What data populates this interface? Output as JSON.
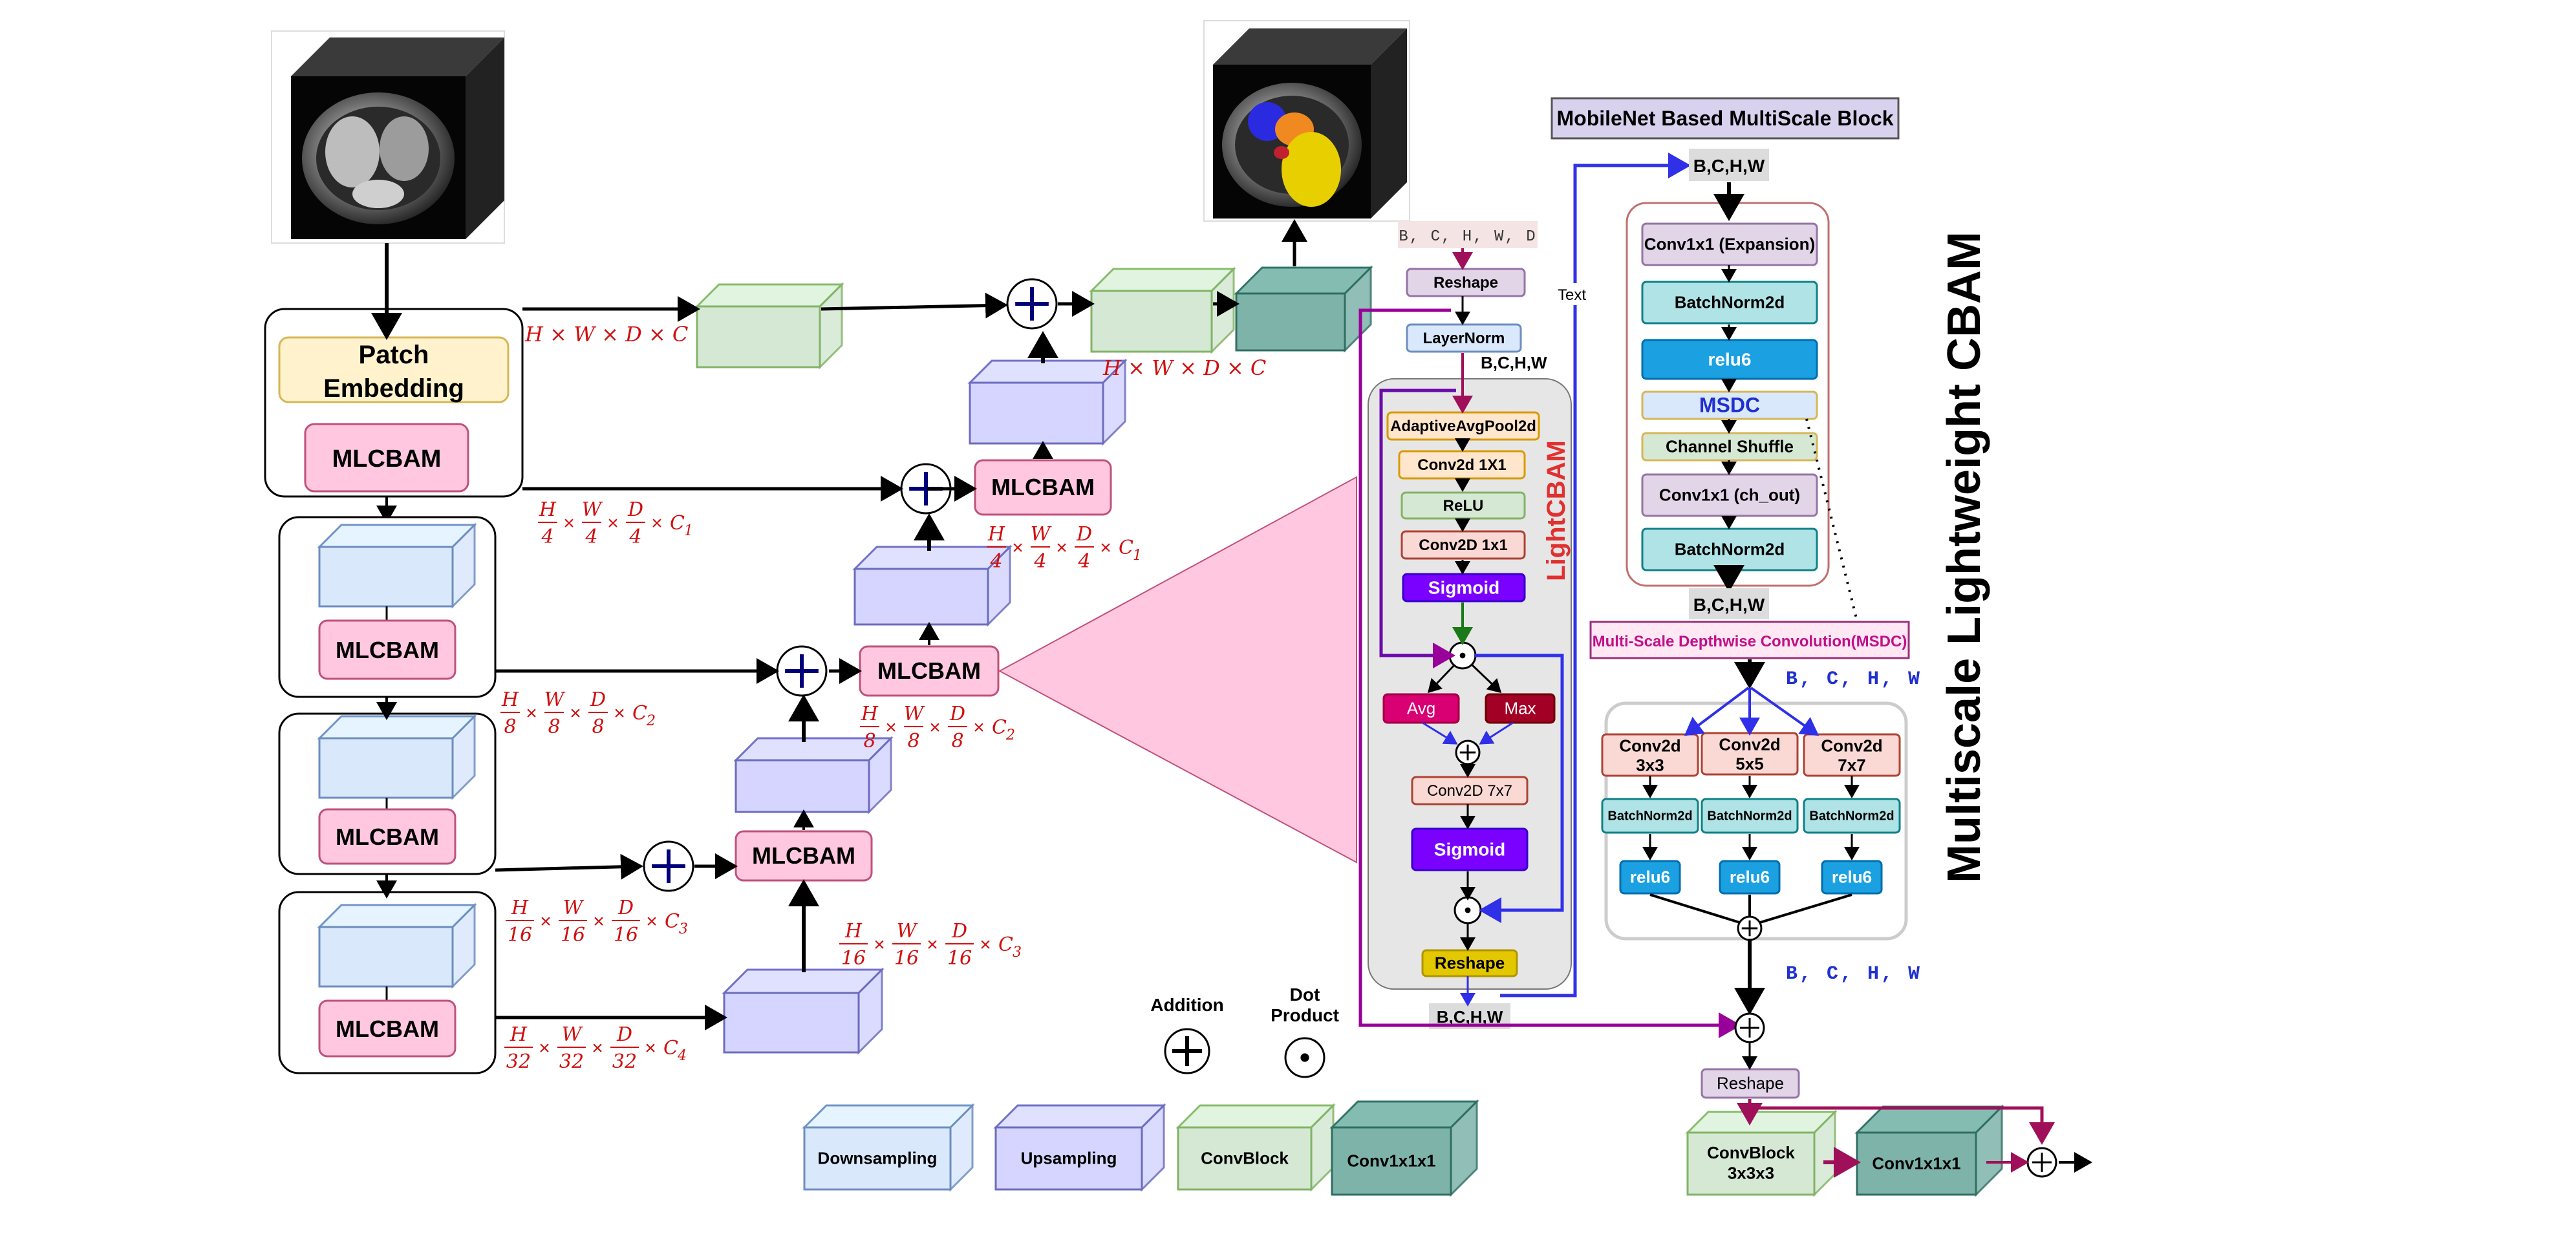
{
  "colors": {
    "encoder_blue": "#dae8fc",
    "upsample_purple": "#d5d5ff",
    "convblock_green": "#d5e8d4",
    "conv1x1_teal": "#7eb3aa",
    "mlcbam_pink": "#ffc8e0",
    "patch_yellow": "#fff2cc",
    "annotation_red": "#d01010",
    "arrow_blue": "#3030e8",
    "arrow_purple": "#990099",
    "arrow_magenta": "#a0105a",
    "sigmoid_purple": "#7a00ff",
    "relu6_blue": "#1ba1e2",
    "avg_magenta": "#d80073",
    "max_red": "#a20025",
    "reshape_gold": "#e3c800"
  },
  "images": {
    "input_volume": "ct-input-volume",
    "output_volume": "ct-segmentation-output"
  },
  "unet": {
    "patch_embedding": "Patch\nEmbedding",
    "mlcbam": "MLCBAM",
    "dims": {
      "d0": "H × W × D × C",
      "d0_up": "H × W × D × C",
      "d1": [
        "H",
        "4",
        "W",
        "4",
        "D",
        "4",
        "C",
        "1"
      ],
      "d2": [
        "H",
        "8",
        "W",
        "8",
        "D",
        "8",
        "C",
        "2"
      ],
      "d3": [
        "H",
        "16",
        "W",
        "16",
        "D",
        "16",
        "C",
        "3"
      ],
      "d4": [
        "H",
        "32",
        "W",
        "32",
        "D",
        "32",
        "C",
        "4"
      ]
    }
  },
  "lightcbam": {
    "title": "LightCBAM",
    "input_shape": "B, C, H, W, D",
    "reshape_top": "Reshape",
    "layernorm": "LayerNorm",
    "shape_bchw": "B,C,H,W",
    "adaptive_pool": "AdaptiveAvgPool2d",
    "conv1": "Conv2d 1X1",
    "relu": "ReLU",
    "conv2": "Conv2D 1x1",
    "sigmoid1": "Sigmoid",
    "avg": "Avg",
    "max": "Max",
    "conv7": "Conv2D 7x7",
    "sigmoid2": "Sigmoid",
    "reshape_bottom": "Reshape",
    "output_shape": "B,C,H,W",
    "text_label": "Text"
  },
  "mobilenet": {
    "title": "MobileNet  Based MultiScale Block",
    "input_shape": "B,C,H,W",
    "expansion": "Conv1x1 (Expansion)",
    "bn1": "BatchNorm2d",
    "relu6": "relu6",
    "msdc": "MSDC",
    "shuffle": "Channel Shuffle",
    "chout": "Conv1x1 (ch_out)",
    "bn2": "BatchNorm2d",
    "out_shape": "B,C,H,W",
    "msdc_full": "Multi-Scale Depthwise Convolution(MSDC)",
    "shape_mono_1": "B, C, H, W",
    "branches": [
      {
        "conv": "Conv2d\n3x3",
        "bn": "BatchNorm2d",
        "act": "relu6"
      },
      {
        "conv": "Conv2d\n5x5",
        "bn": "BatchNorm2d",
        "act": "relu6"
      },
      {
        "conv": "Conv2d\n7x7",
        "bn": "BatchNorm2d",
        "act": "relu6"
      }
    ],
    "shape_mono_2": "B, C, H, W",
    "reshape": "Reshape",
    "convblock": "ConvBlock\n3x3x3",
    "conv1x1x1": "Conv1x1x1",
    "side_title": "Multiscale Lightweight CBAM"
  },
  "legend": {
    "addition": "Addition",
    "dot_product": "Dot\nProduct",
    "downsampling": "Downsampling",
    "upsampling": "Upsampling",
    "convblock": "ConvBlock",
    "conv1x1x1": "Conv1x1x1"
  }
}
